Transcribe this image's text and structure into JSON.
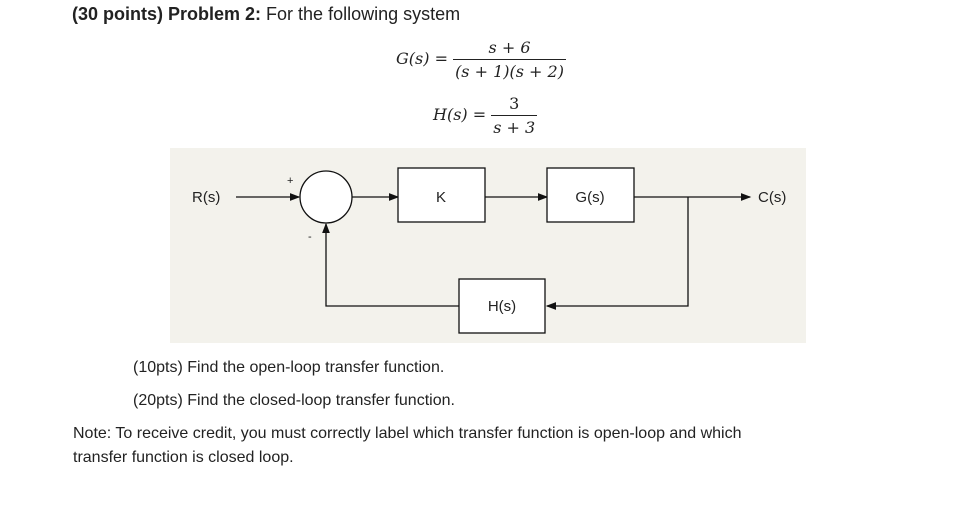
{
  "problem": {
    "points": "(30 points) Problem 2:",
    "intro": "For the following system"
  },
  "equations": {
    "g_lhs": "G(s) =",
    "g_num": "s + 6",
    "g_den": "(s + 1)(s + 2)",
    "h_lhs": "H(s) =",
    "h_num": "3",
    "h_den": "s + 3"
  },
  "diagram": {
    "input": "R(s)",
    "output": "C(s)",
    "plus": "+",
    "minus": "-",
    "block_k": "K",
    "block_g": "G(s)",
    "block_h": "H(s)",
    "background": "#f3f2ec"
  },
  "questions": [
    "(10pts) Find the open-loop transfer function.",
    "(20pts) Find the closed-loop transfer function."
  ],
  "note": {
    "line1": "Note: To receive credit, you must correctly label which transfer function is open-loop and which",
    "line2": "transfer function is closed loop."
  }
}
